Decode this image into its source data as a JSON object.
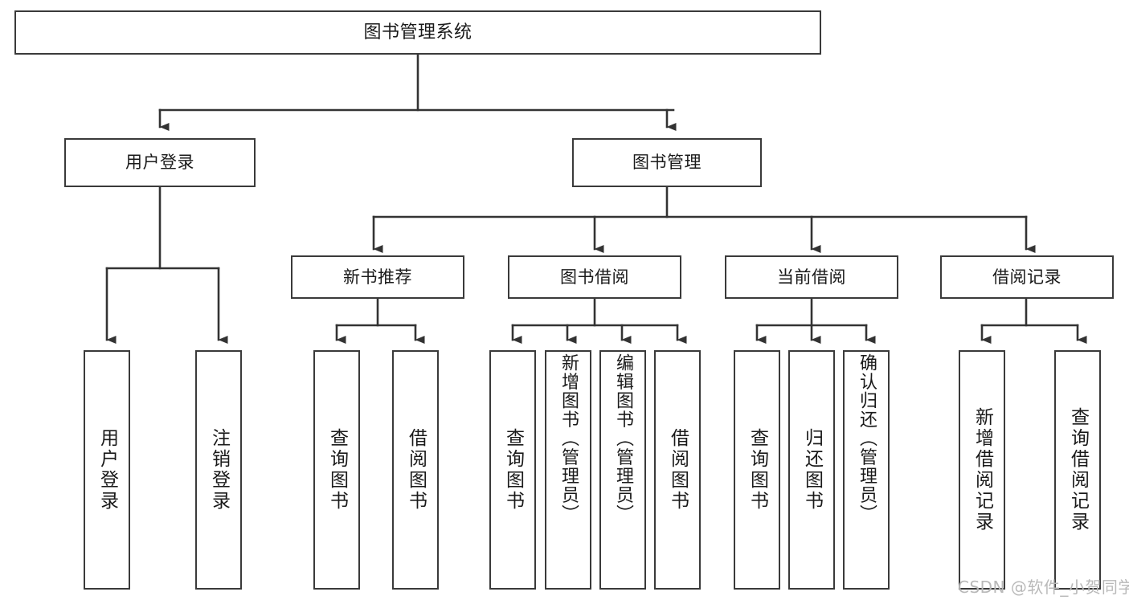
{
  "diagram": {
    "title": "图书管理系统",
    "type": "hierarchy-tree",
    "style": {
      "box_border": "#3a3a3a",
      "box_fill": "#ffffff",
      "line": "#333333",
      "text": "#1a1a1a",
      "background": "#ffffff"
    }
  },
  "root": {
    "label": "图书管理系统"
  },
  "level1": [
    {
      "label": "用户登录"
    },
    {
      "label": "图书管理"
    }
  ],
  "level2": [
    {
      "label": "新书推荐"
    },
    {
      "label": "图书借阅"
    },
    {
      "label": "当前借阅"
    },
    {
      "label": "借阅记录"
    }
  ],
  "leaves": {
    "user_login": [
      {
        "label": "用户登录"
      },
      {
        "label": "注销登录"
      }
    ],
    "new_book": [
      {
        "label": "查询图书"
      },
      {
        "label": "借阅图书"
      }
    ],
    "book_borrow": [
      {
        "label": "查询图书"
      },
      {
        "label": "新增图书（管理员）"
      },
      {
        "label": "编辑图书（管理员）"
      },
      {
        "label": "借阅图书"
      }
    ],
    "current_borrow": [
      {
        "label": "查询图书"
      },
      {
        "label": "归还图书"
      },
      {
        "label": "确认归还（管理员）"
      }
    ],
    "borrow_record": [
      {
        "label": "新增借阅记录"
      },
      {
        "label": "查询借阅记录"
      }
    ]
  },
  "watermark": {
    "text": "CSDN @软件_小贺同学"
  }
}
